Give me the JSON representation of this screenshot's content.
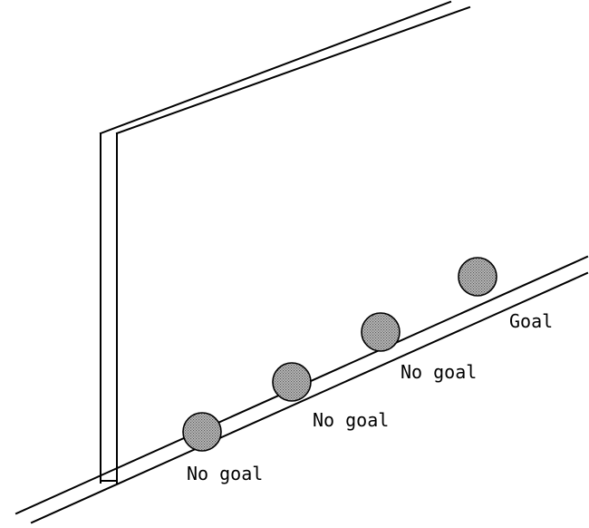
{
  "colors": {
    "line": "#000000",
    "ball_fill_base": "#bdbdbd",
    "ball_dot": "#5a5a5a",
    "background": "#ffffff"
  },
  "balls": [
    {
      "label": "No goal",
      "outcome": "no-goal"
    },
    {
      "label": "No goal",
      "outcome": "no-goal"
    },
    {
      "label": "No goal",
      "outcome": "no-goal"
    },
    {
      "label": "Goal",
      "outcome": "goal"
    }
  ]
}
